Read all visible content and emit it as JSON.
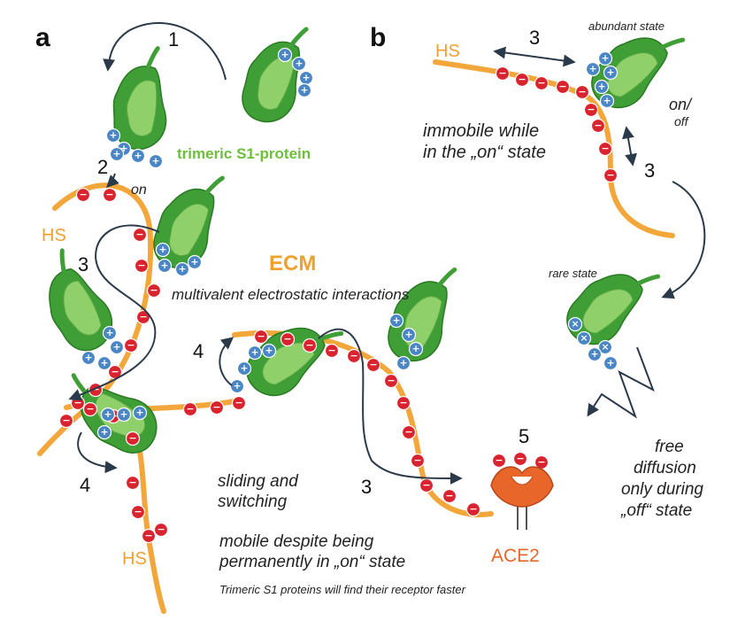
{
  "panels": {
    "a": "a",
    "b": "b"
  },
  "steps": {
    "s1": "1",
    "s2": "2",
    "s3": "3",
    "s4": "4",
    "s5": "5"
  },
  "labels": {
    "hs": "HS",
    "on": "on",
    "trimeric": "trimeric S1-protein",
    "ecm": "ECM",
    "multivalent": "multivalent electrostatic interactions",
    "sliding_1": "sliding and",
    "sliding_2": "switching",
    "mobile_1": "mobile despite being",
    "mobile_2": "permanently in „on“ state",
    "faster": "Trimeric S1 proteins will find their receptor faster",
    "ace2": "ACE2",
    "abundant": "abundant state",
    "immobile_1": "immobile while",
    "immobile_2": "in the „on“ state",
    "onoff_1": "on/",
    "onoff_2": "off",
    "rare": "rare state",
    "free_1": "free",
    "free_2": "diffusion",
    "free_3": "only during",
    "free_4": "„off“ state"
  },
  "symbols": {
    "minus": "−",
    "plus": "+",
    "cross": "×"
  },
  "colors": {
    "hs_chain": "#f3a63a",
    "negative_charge": "#d9232e",
    "positive_charge": "#4a86c5",
    "protein_dark": "#3f9e35",
    "protein_light": "#8fd06a",
    "ace2": "#e8662a",
    "arrow": "#2b3a4a"
  }
}
